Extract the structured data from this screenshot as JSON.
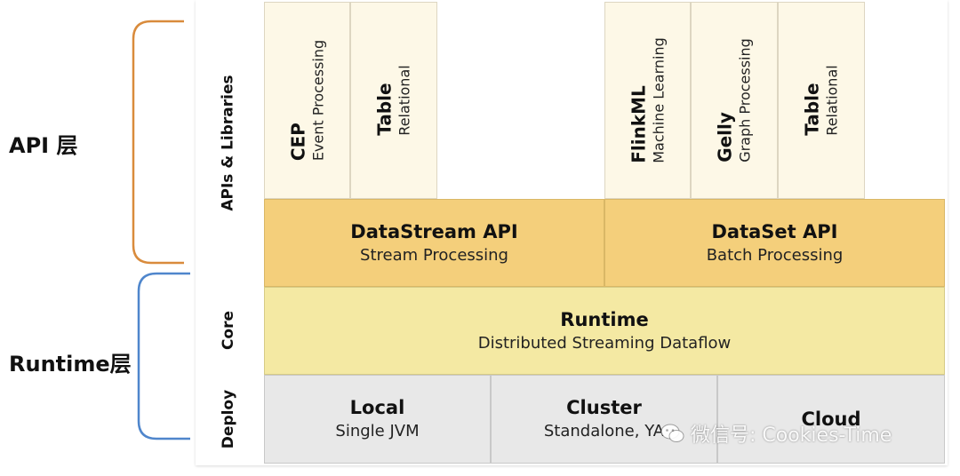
{
  "side_labels": {
    "api_layer": "API 层",
    "runtime_layer": "Runtime层"
  },
  "row_labels": {
    "apis": "APIs & Libraries",
    "core": "Core",
    "deploy": "Deploy"
  },
  "libraries": [
    {
      "title": "CEP",
      "subtitle": "Event Processing"
    },
    {
      "title": "Table",
      "subtitle": "Relational"
    },
    {
      "title": "FlinkML",
      "subtitle": "Machine Learning"
    },
    {
      "title": "Gelly",
      "subtitle": "Graph Processing"
    },
    {
      "title": "Table",
      "subtitle": "Relational"
    }
  ],
  "apis": [
    {
      "title": "DataStream API",
      "subtitle": "Stream Processing"
    },
    {
      "title": "DataSet API",
      "subtitle": "Batch Processing"
    }
  ],
  "core": {
    "title": "Runtime",
    "subtitle": "Distributed Streaming Dataflow"
  },
  "deploy": [
    {
      "title": "Local",
      "subtitle": "Single JVM"
    },
    {
      "title": "Cluster",
      "subtitle": "Standalone, YA"
    },
    {
      "title": "Cloud",
      "subtitle": ""
    }
  ],
  "watermark": {
    "text": "微信号: Cookies-Time",
    "icon": "wechat-icon"
  },
  "colors": {
    "api_bracket": "#d98b3c",
    "runtime_bracket": "#4f86cc",
    "library_fill": "#fdf8e7",
    "api_fill": "#f4cf7b",
    "core_fill": "#f4e9a3",
    "deploy_fill": "#e8e8e8"
  }
}
